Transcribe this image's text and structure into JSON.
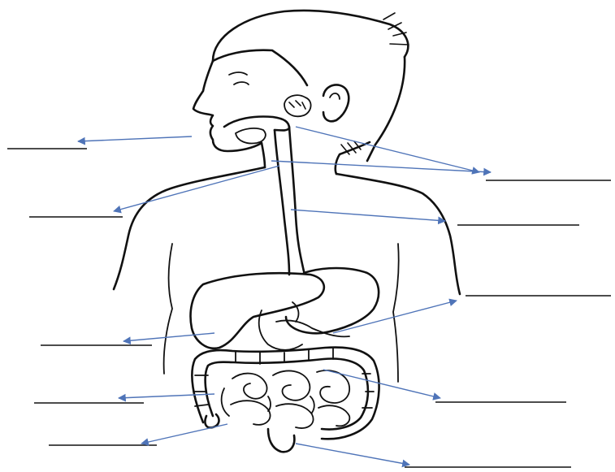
{
  "colors": {
    "outline": "#111111",
    "pointer": "#4f74b8",
    "background": "#ffffff"
  },
  "labels": {
    "left": [
      {
        "id": "mouth",
        "text": ""
      },
      {
        "id": "pharynx",
        "text": ""
      },
      {
        "id": "liver",
        "text": ""
      },
      {
        "id": "large-intestine",
        "text": ""
      },
      {
        "id": "appendix",
        "text": ""
      }
    ],
    "right": [
      {
        "id": "salivary-glands",
        "text": ""
      },
      {
        "id": "esophagus",
        "text": ""
      },
      {
        "id": "stomach",
        "text": ""
      },
      {
        "id": "small-intestine",
        "text": ""
      },
      {
        "id": "rectum",
        "text": ""
      }
    ]
  }
}
